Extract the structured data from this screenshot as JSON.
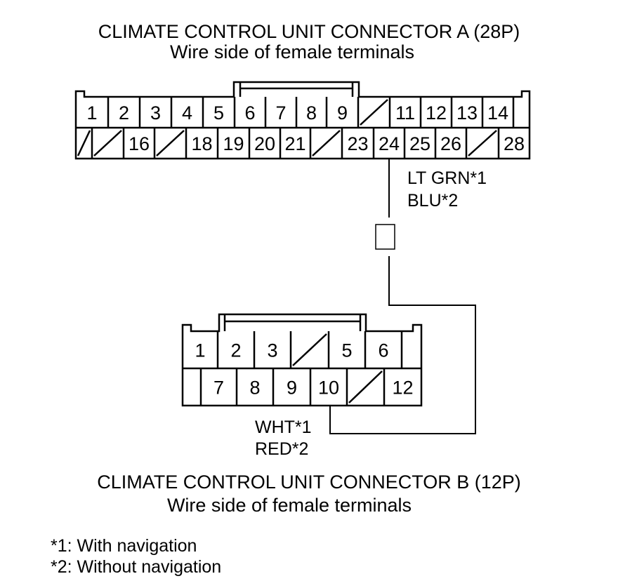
{
  "connector_a": {
    "title": "CLIMATE CONTROL UNIT CONNECTOR A (28P)",
    "subtitle": "Wire side of female terminals",
    "top_pins": [
      "1",
      "2",
      "3",
      "4",
      "5",
      "6",
      "7",
      "8",
      "9",
      "",
      "11",
      "12",
      "13",
      "14"
    ],
    "bottom_pins": [
      "",
      "",
      "16",
      "",
      "18",
      "19",
      "20",
      "21",
      "",
      "23",
      "24",
      "25",
      "26",
      "",
      "28"
    ]
  },
  "connector_b": {
    "title": "CLIMATE CONTROL UNIT CONNECTOR B (12P)",
    "subtitle": "Wire side of female terminals",
    "top_pins": [
      "1",
      "2",
      "3",
      "",
      "5",
      "6"
    ],
    "bottom_pins": [
      "7",
      "8",
      "9",
      "10",
      "",
      "12"
    ]
  },
  "wire_a": {
    "line1": "LT GRN*1",
    "line2": "BLU*2"
  },
  "wire_b": {
    "line1": "WHT*1",
    "line2": "RED*2"
  },
  "notes": {
    "note1": "*1: With navigation",
    "note2": "*2: Without navigation"
  }
}
